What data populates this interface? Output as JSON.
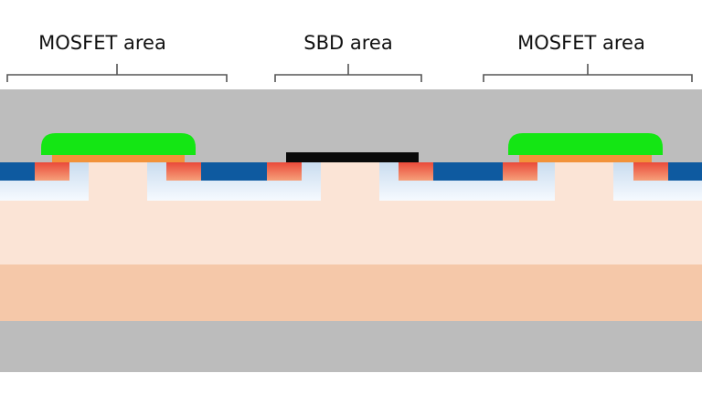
{
  "labels": {
    "left": "MOSFET area",
    "center": "SBD area",
    "right": "MOSFET area"
  },
  "colors": {
    "background": "#ffffff",
    "passivation_gray": "#bdbdbd",
    "bottom_gray": "#bcbcbc",
    "drift_light": "#fbe4d6",
    "substrate": "#f5c8a9",
    "p_well_light": "#eaf3fb",
    "n_plus_blue": "#0e5aa0",
    "p_plus_red": "#e8453a",
    "gate_metal_green": "#14e614",
    "gate_oxide_orange": "#f2923a",
    "schottky_metal_black": "#0a0a0a",
    "bracket": "#555555"
  }
}
